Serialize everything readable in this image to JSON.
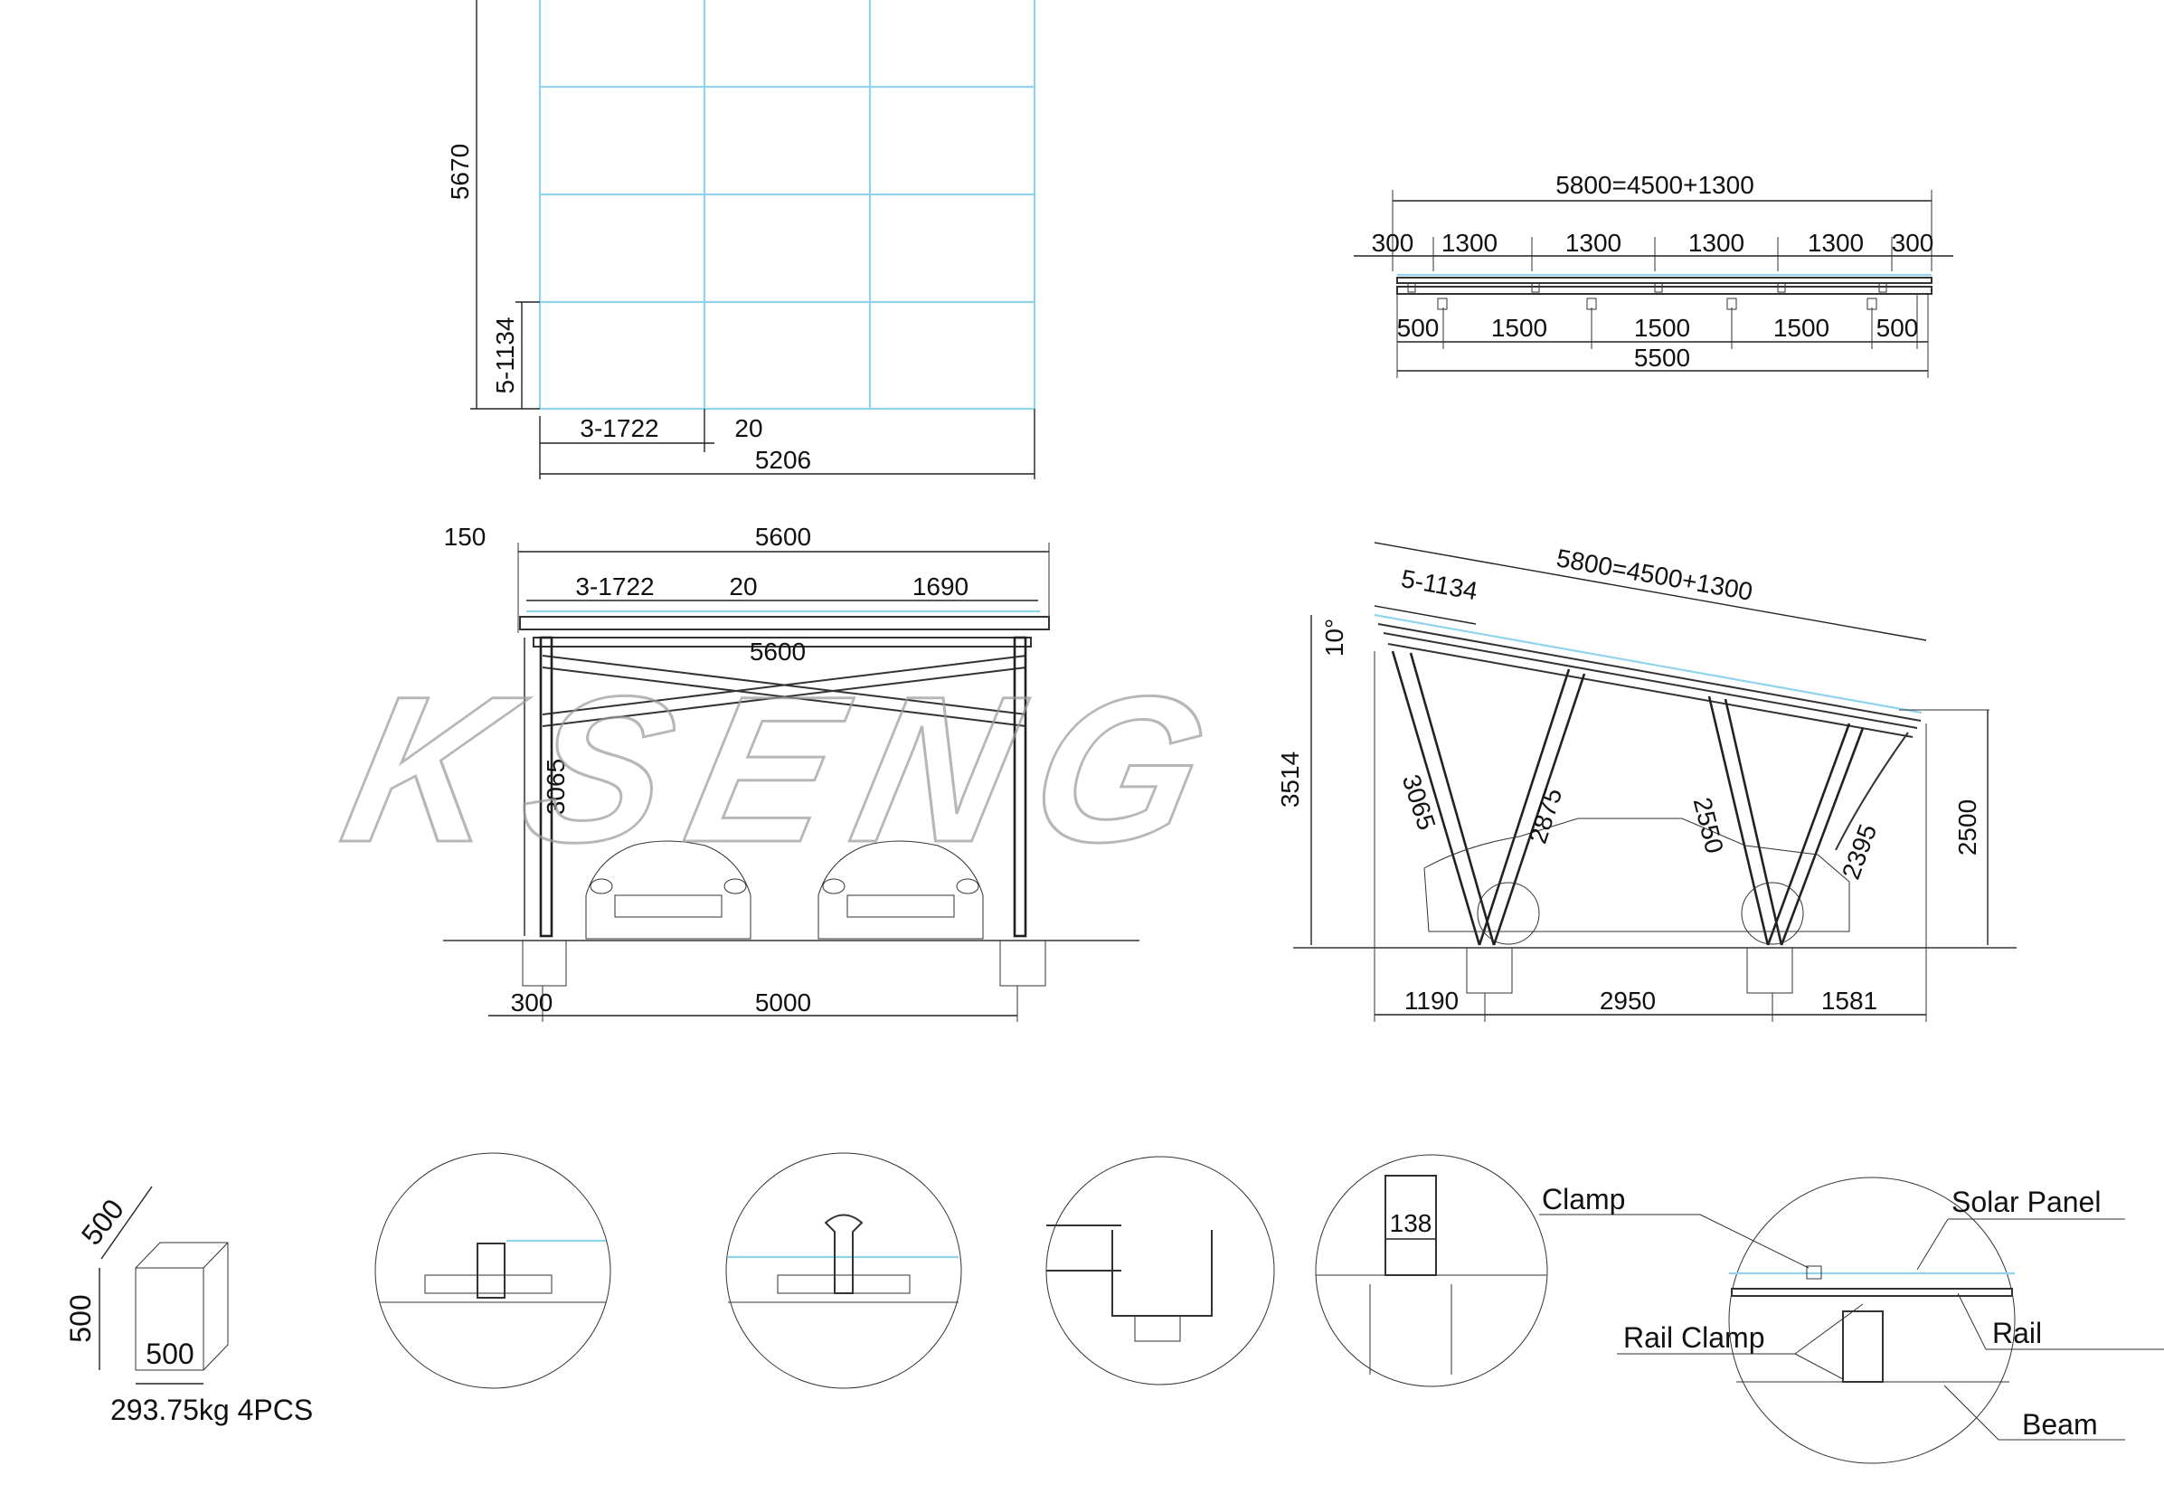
{
  "watermark": "KSENG",
  "plan_view": {
    "dims": {
      "height_total": "5670",
      "row_pitch": "5-1134",
      "col_pitch": "3-1722",
      "gap": "20",
      "width_total": "5206"
    }
  },
  "rail_view": {
    "dims": {
      "total": "5800=4500+1300",
      "top_segments": [
        "300",
        "1300",
        "1300",
        "1300",
        "1300",
        "300"
      ],
      "bottom_segments": [
        "500",
        "1500",
        "1500",
        "1500",
        "500"
      ],
      "bottom_total": "5500"
    }
  },
  "front_view": {
    "dims": {
      "offset": "150",
      "width_top": "5600",
      "col_pitch": "3-1722",
      "gap": "20",
      "overhang": "1690",
      "brace_length": "5600",
      "post_height": "3065",
      "footing_offset": "300",
      "span": "5000"
    }
  },
  "side_view": {
    "dims": {
      "rafter_length": "5800=4500+1300",
      "panel_pitch": "5-1134",
      "tilt_angle": "10°",
      "high_height": "3514",
      "post_long": "3065",
      "brace_a": "2875",
      "brace_b": "2550",
      "brace_c": "2395",
      "low_height": "2500",
      "overhang_front": "1190",
      "span": "2950",
      "overhang_rear": "1581"
    }
  },
  "footing_block": {
    "dim_depth": "500",
    "dim_height": "500",
    "dim_width": "500",
    "note": "293.75kg 4PCS"
  },
  "details": {
    "detail4_dim": "138",
    "legend": {
      "clamp": "Clamp",
      "solar_panel": "Solar  Panel",
      "rail_clamp": "Rail Clamp",
      "rail": "Rail",
      "beam": "Beam"
    }
  }
}
